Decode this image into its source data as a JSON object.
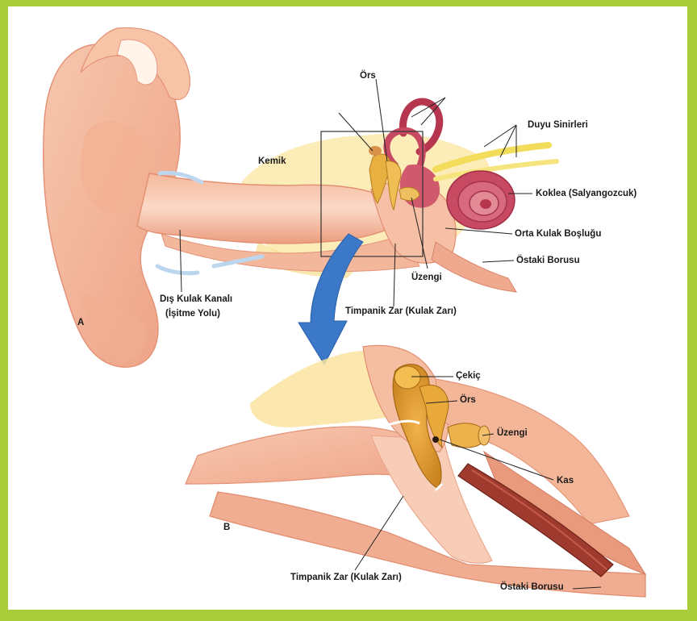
{
  "colors": {
    "frame": "#a8cc3a",
    "skin": "#f2b69a",
    "skin_dark": "#e0876a",
    "bone": "#fbe38c",
    "ossicle": "#e2a73a",
    "canal": "#b5364e",
    "nerve": "#f4e06a",
    "arrow": "#3b78c8",
    "cartilage": "#cfe2f2"
  },
  "labels": {
    "ors_top": "Örs",
    "duyu_sinirleri": "Duyu Sinirleri",
    "kemik": "Kemik",
    "koklea": "Koklea (Salyangozcuk)",
    "orta_kulak": "Orta Kulak Boşluğu",
    "ostaki_top": "Östaki Borusu",
    "uzengi_top": "Üzengi",
    "dis_kulak_line1": "Dış Kulak Kanalı",
    "dis_kulak_line2": "(İşitme Yolu)",
    "timpanik_top": "Timpanik Zar (Kulak Zarı)",
    "panel_a": "A",
    "cekic": "Çekiç",
    "ors_bottom": "Örs",
    "uzengi_bottom": "Üzengi",
    "kas": "Kas",
    "panel_b": "B",
    "timpanik_bottom": "Timpanik Zar (Kulak Zarı)",
    "ostaki_bottom": "Östaki Borusu"
  }
}
